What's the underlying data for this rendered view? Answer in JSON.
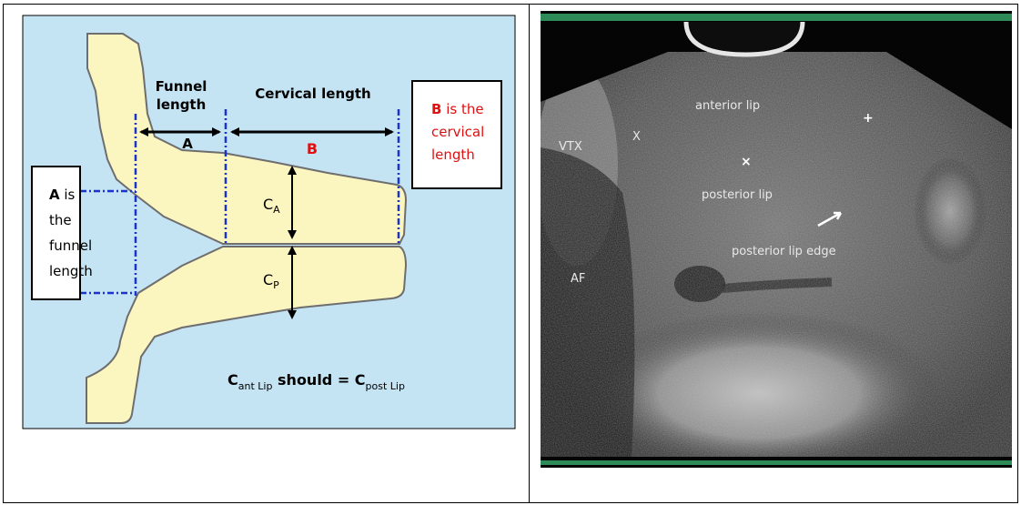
{
  "diagram": {
    "funnel_length_line1": "Funnel",
    "funnel_length_line2": "length",
    "cervical_length_label": "Cervical length",
    "marker_a": "A",
    "marker_b": "B",
    "b_box_bold": "B",
    "b_box_rest": " is the",
    "b_box_line2": "cervical",
    "b_box_line3": "length",
    "a_box_bold": "A",
    "a_box_rest": " is",
    "a_box_line2": "the",
    "a_box_line3": "funnel",
    "a_box_line4": "length",
    "ca_main": "C",
    "ca_sub": "A",
    "cp_main": "C",
    "cp_sub": "P",
    "formula_c1": "C",
    "formula_sub1": "ant Lip",
    "formula_mid": " should = C",
    "formula_sub2": "post Lip",
    "colors": {
      "background": "#c4e3f3",
      "tissue": "#fbf5c0",
      "marker_line": "#1a33cc",
      "highlight": "#e01010"
    }
  },
  "ultrasound": {
    "label_anterior_lip": "anterior lip",
    "label_vtx": "VTX",
    "label_x": "X",
    "label_posterior_lip": "posterior lip",
    "label_posterior_lip_edge": "posterior lip edge",
    "label_af": "AF",
    "colors": {
      "frame": "#2e8b57"
    }
  }
}
